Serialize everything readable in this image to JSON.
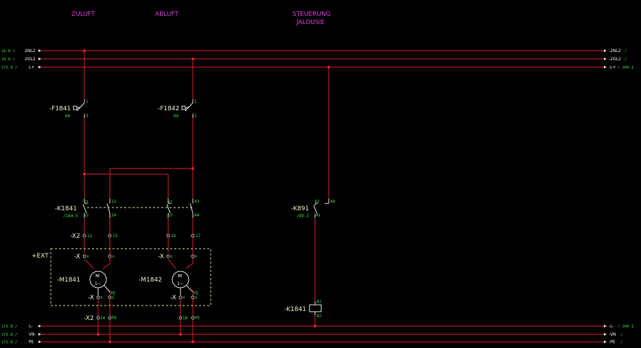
{
  "headers": {
    "zuluft": "ZULUFT",
    "abluft": "ABLUFT",
    "steuerung_1": "STEUERUNG",
    "steuerung_2": "JALOUSIE"
  },
  "rails": {
    "nl2": {
      "left_ref": "16.8 / ",
      "label": "2NL2",
      "right_label": "-2NL2",
      "right_ref": " /"
    },
    "gl2": {
      "left_ref": "10.8 / ",
      "label": "2GL2",
      "right_label": "-2GL2",
      "right_ref": " /"
    },
    "lplus": {
      "left_ref": "171.8 / ",
      "label": "L+",
      "right_label": "-L+",
      "right_ref": " / 200.1"
    },
    "lminus": {
      "left_ref": "171.8 / ",
      "label": "L-",
      "right_label": "-L-",
      "right_ref": " / 200.1"
    },
    "vn": {
      "left_ref": "171.8 / ",
      "label": "VN",
      "right_label": "-VN",
      "right_ref": " /"
    },
    "pe": {
      "left_ref": "171.8 / ",
      "label": "PE",
      "right_label": "-PE",
      "right_ref": " /"
    }
  },
  "fuses": {
    "f1841": {
      "name": "-F1841",
      "rating": "6A",
      "pin_top": "1",
      "pin_bot": "2"
    },
    "f1842": {
      "name": "-F1842",
      "rating": "6A",
      "pin_top": "1",
      "pin_bot": "2"
    }
  },
  "contactors": {
    "k1841": {
      "name": "-K1841",
      "ref": "/184.5",
      "c1_top": "21",
      "c1_bot": "22",
      "c2_top": "13",
      "c2_bot": "14",
      "c3_top": "31",
      "c3_bot": "32",
      "c4_top": "43",
      "c4_bot": "44"
    },
    "k891": {
      "name": "-K891",
      "ref": "/89.2",
      "c_top": "42",
      "c_bot": "41",
      "c_right": "44"
    },
    "k1841_coil": {
      "name": "-K1841",
      "a1": "A1",
      "a2": "A2"
    }
  },
  "terminals_x2_top": {
    "name": "-X2",
    "t12": "12",
    "t13": "13",
    "t16": "16",
    "t17": "17"
  },
  "terminals_x2_bot": {
    "name": "-X2",
    "t14": "14",
    "tpe1": "PE",
    "t18": "18",
    "tpe2": "PE"
  },
  "ext_box": {
    "label": "+EXT"
  },
  "motors": {
    "m1841": {
      "name": "-M1841",
      "symbol_top": "M",
      "symbol_bot": "1~",
      "x_top": "-X",
      "x_bot": "-X",
      "pin": "x",
      "pe": "PE"
    },
    "m1842": {
      "name": "-M1842",
      "symbol_top": "M",
      "symbol_bot": "1~",
      "x_top": "-X",
      "x_bot": "-X",
      "pin": "x",
      "pe": "PE"
    }
  },
  "colors": {
    "background": "#000000",
    "wire": "#e8202a",
    "device": "#f0f0f0",
    "header_text": "#e040e0",
    "ref_text": "#39e639",
    "label_text": "#f5f5c0"
  }
}
